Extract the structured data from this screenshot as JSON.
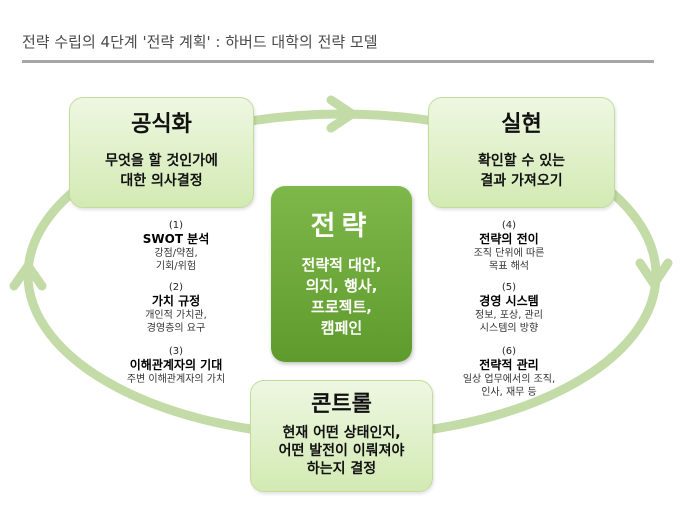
{
  "title": "전략 수립의 4단계 '전략 계획' : 하버드 대학의 전략 모델",
  "colors": {
    "ring": "#c3dba6",
    "box_top": "#eef7e2",
    "box_bottom": "#d3eab3",
    "center": "#6ba63a"
  },
  "boxes": {
    "formalize": {
      "head": "공식화",
      "line1": "무엇을 할 것인가에",
      "line2": "대한 의사결정"
    },
    "realize": {
      "head": "실현",
      "line1": "확인할 수 있는",
      "line2": "결과 가져오기"
    },
    "control": {
      "head": "콘트롤",
      "line1": "현재 어떤 상태인지,",
      "line2": "어떤 발전이 이뤄져야",
      "line3": "하는지 결정"
    }
  },
  "center": {
    "head": "전략",
    "line1": "전략적 대안,",
    "line2": "의지, 행사,",
    "line3": "프로젝트,",
    "line4": "캠페인"
  },
  "left_items": [
    {
      "num": "(1)",
      "name": "SWOT 분석",
      "desc1": "강점/약점,",
      "desc2": "기회/위험"
    },
    {
      "num": "(2)",
      "name": "가치 규정",
      "desc1": "개인적 가치관,",
      "desc2": "경영층의 요구"
    },
    {
      "num": "(3)",
      "name": "이해관계자의 기대",
      "desc1": "주변 이해관계자의 가치"
    }
  ],
  "right_items": [
    {
      "num": "(4)",
      "name": "전략의 전이",
      "desc1": "조직 단위에 따른",
      "desc2": "목표 해석"
    },
    {
      "num": "(5)",
      "name": "경영 시스템",
      "desc1": "정보, 포상, 관리",
      "desc2": "시스템의 방향"
    },
    {
      "num": "(6)",
      "name": "전략적 관리",
      "desc1": "일상 업무에서의 조직,",
      "desc2": "인사, 재무 등"
    }
  ]
}
